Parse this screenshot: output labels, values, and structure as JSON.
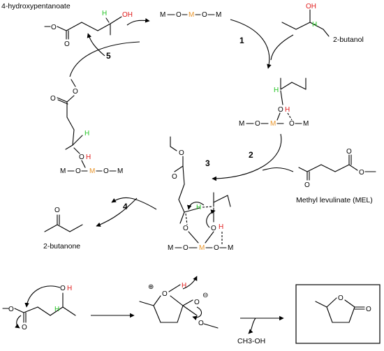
{
  "compounds": {
    "hydroxypentanoate": "4-hydroxypentanoate",
    "butanol": "2-butanol",
    "mel": "Methyl levulinate (MEL)",
    "butanone": "2-butanone",
    "methanol": "CH3-OH"
  },
  "steps": [
    "1",
    "2",
    "3",
    "4",
    "5"
  ],
  "atoms": {
    "metal": "M",
    "oxygen": "O",
    "hydrogen": "H",
    "oh": "OH"
  },
  "charges": {
    "plus": "⊕",
    "minus": "⊖"
  },
  "colors": {
    "metal": "#e8952b",
    "hydride": "#22c322",
    "hydroxyl_h": "#e01b1b"
  }
}
